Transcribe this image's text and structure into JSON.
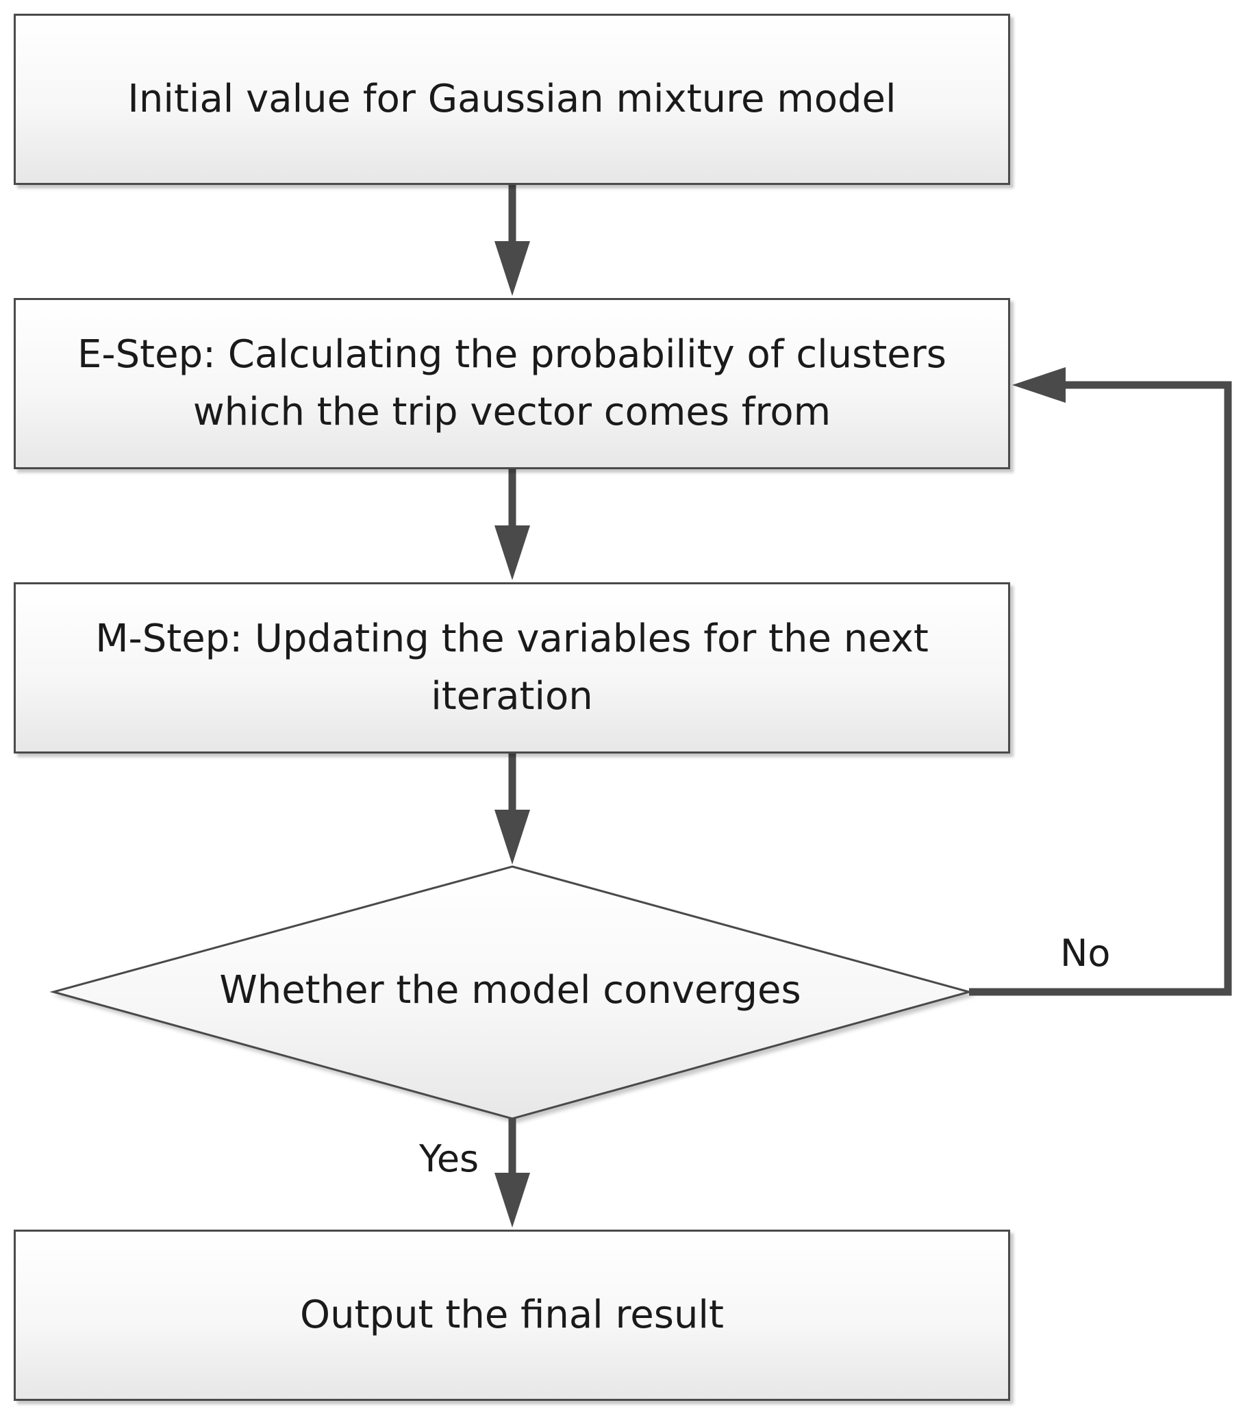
{
  "diagram": {
    "nodes": {
      "init": "Initial value for Gaussian mixture model",
      "estep_line1": "E-Step: Calculating the probability of clusters",
      "estep_line2": "which the trip vector comes from",
      "mstep_line1": "M-Step: Updating the variables for the next",
      "mstep_line2": "iteration",
      "decision": "Whether the model converges",
      "output": "Output the final result"
    },
    "edge_labels": {
      "no": "No",
      "yes": "Yes"
    },
    "colors": {
      "stroke": "#4a4a4a",
      "text": "#1a1a1a"
    }
  }
}
